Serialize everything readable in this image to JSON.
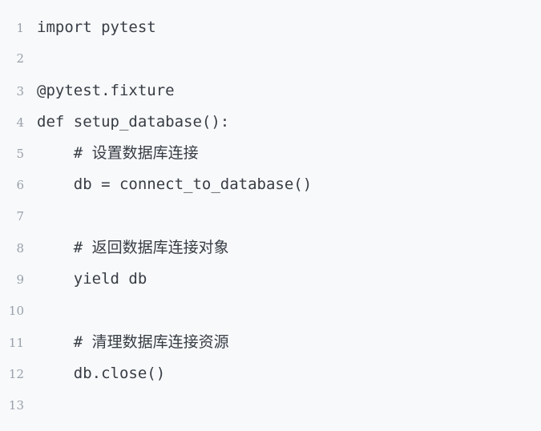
{
  "code_block": {
    "language": "python",
    "background_color": "#f8f9fb",
    "code_text_color": "#373d44",
    "line_number_color": "#98a0aa",
    "lines": [
      {
        "number": "1",
        "code": "import pytest"
      },
      {
        "number": "2",
        "code": ""
      },
      {
        "number": "3",
        "code": "@pytest.fixture"
      },
      {
        "number": "4",
        "code": "def setup_database():"
      },
      {
        "number": "5",
        "code": "    # 设置数据库连接"
      },
      {
        "number": "6",
        "code": "    db = connect_to_database()"
      },
      {
        "number": "7",
        "code": ""
      },
      {
        "number": "8",
        "code": "    # 返回数据库连接对象"
      },
      {
        "number": "9",
        "code": "    yield db"
      },
      {
        "number": "10",
        "code": ""
      },
      {
        "number": "11",
        "code": "    # 清理数据库连接资源"
      },
      {
        "number": "12",
        "code": "    db.close()"
      },
      {
        "number": "13",
        "code": ""
      }
    ]
  }
}
